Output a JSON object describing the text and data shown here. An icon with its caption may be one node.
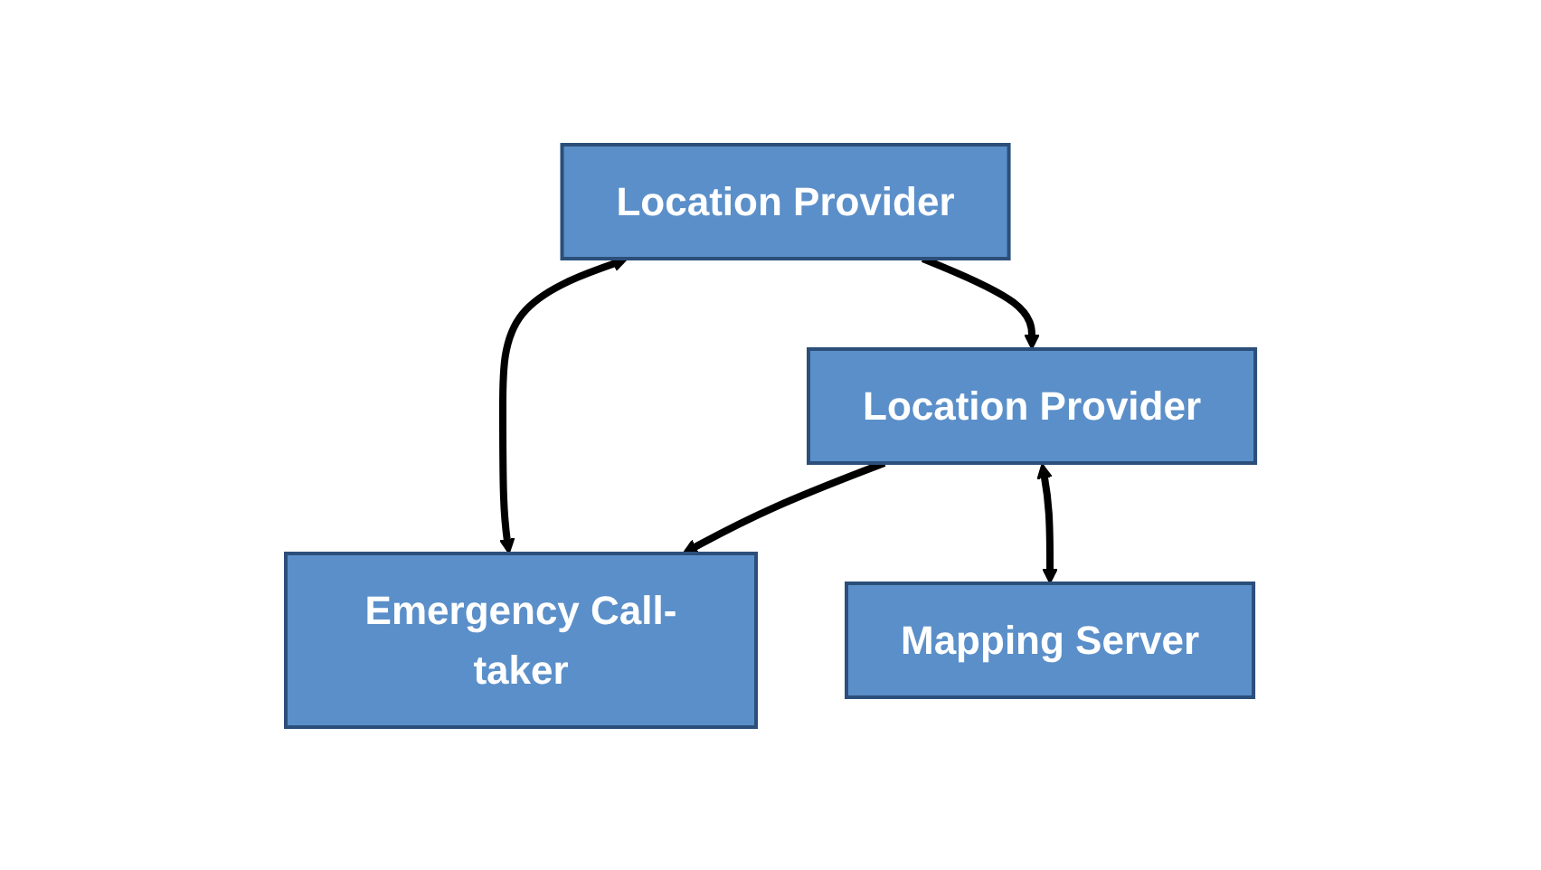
{
  "diagram": {
    "nodes": [
      {
        "text": [
          "Location Provider"
        ]
      },
      {
        "text": [
          "Mapping Server"
        ]
      },
      {
        "text": [
          "Location Provider"
        ]
      },
      {
        "text": [
          "Emergency Call-taker"
        ]
      }
    ],
    "edges": [
      {
        "from": 0,
        "to": 3,
        "arrow": "both"
      },
      {
        "from": 0,
        "to": 2,
        "arrow": "to"
      },
      {
        "from": 2,
        "to": 1,
        "arrow": "both"
      },
      {
        "from": 2,
        "to": 3,
        "arrow": "to"
      }
    ]
  }
}
